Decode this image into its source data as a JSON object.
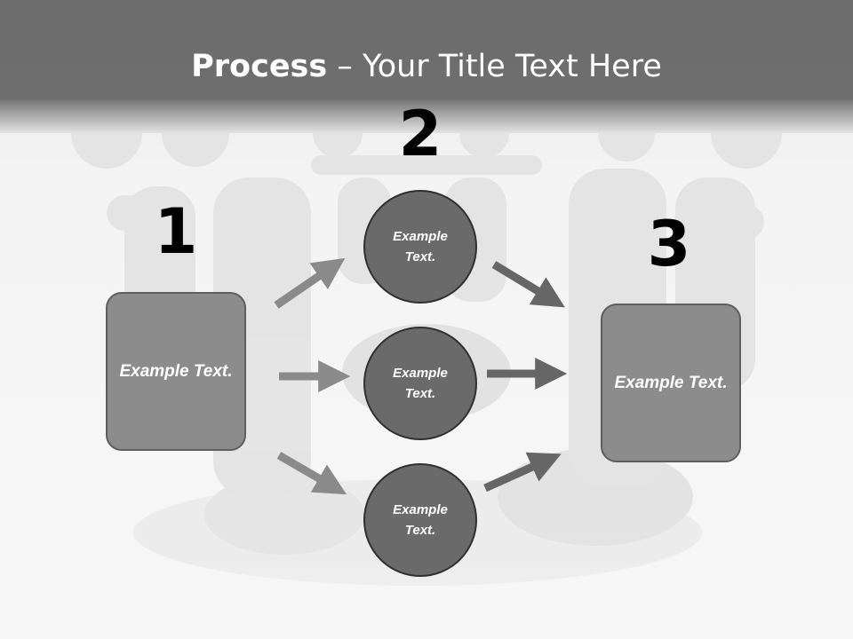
{
  "title": {
    "bold": "Process",
    "rest": " – Your Title Text Here"
  },
  "steps": [
    {
      "number": "1"
    },
    {
      "number": "2"
    },
    {
      "number": "3"
    }
  ],
  "left_box": {
    "text": "Example Text."
  },
  "right_box": {
    "text": "Example Text."
  },
  "circles": [
    {
      "text": "Example Text."
    },
    {
      "text": "Example Text."
    },
    {
      "text": "Example Text."
    }
  ],
  "colors": {
    "title_band": "#6e6e6e",
    "box_fill": "#8c8c8c",
    "circle_fill": "#6a6a6a",
    "arrow_light": "#8a8a8a",
    "arrow_dark": "#666666"
  }
}
